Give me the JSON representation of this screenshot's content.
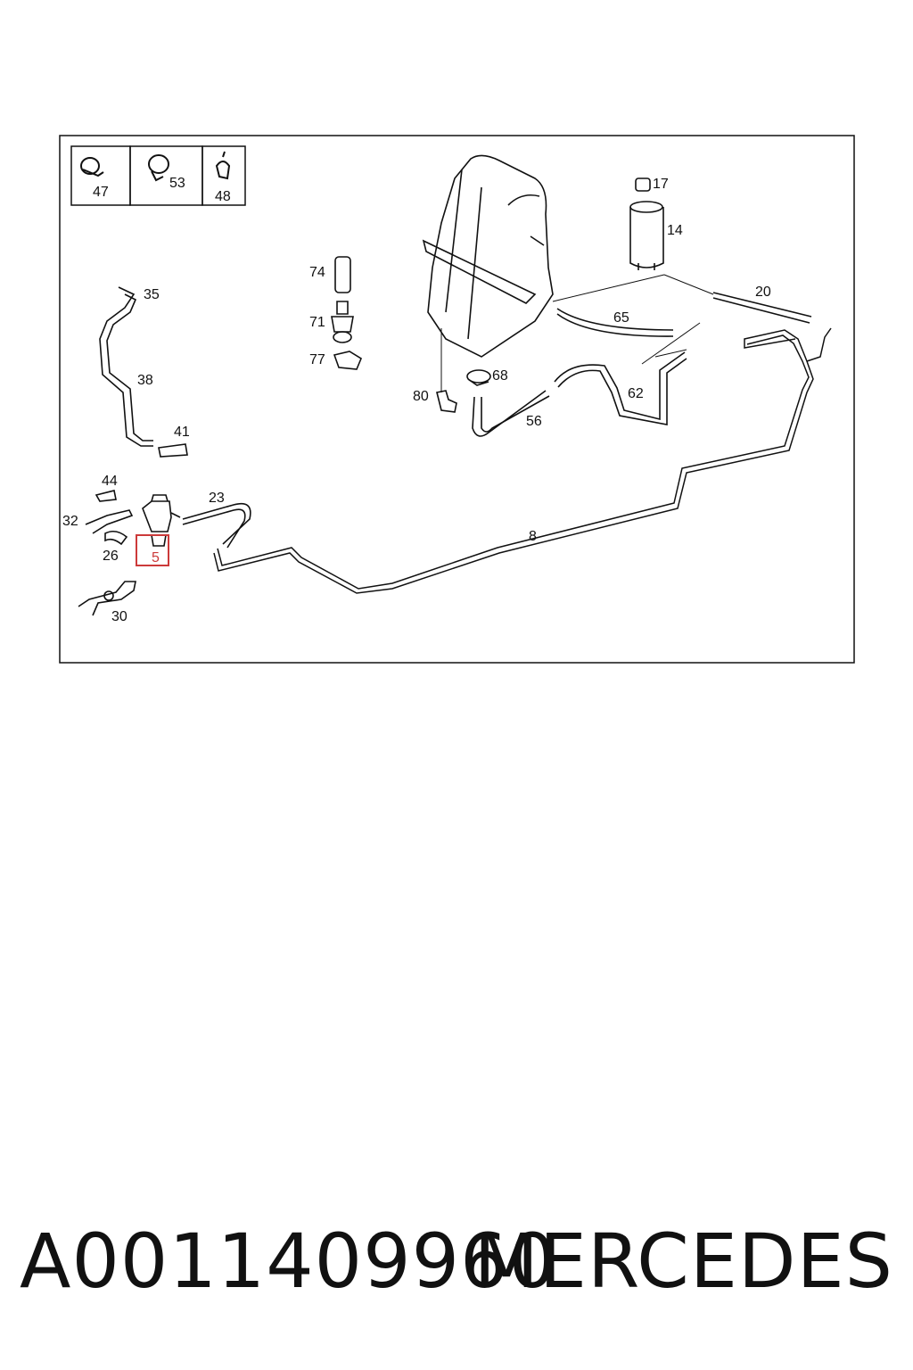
{
  "inset_labels": [
    "47",
    "53",
    "48"
  ],
  "callouts": {
    "p35": "35",
    "p38": "38",
    "p41": "41",
    "p74": "74",
    "p71": "71",
    "p77": "77",
    "p80": "80",
    "p68": "68",
    "p56": "56",
    "p17": "17",
    "p14": "14",
    "p20": "20",
    "p65": "65",
    "p62": "62",
    "p44": "44",
    "p32": "32",
    "p26": "26",
    "p5": "5",
    "p23": "23",
    "p8": "8",
    "p30": "30"
  },
  "highlighted_part": "5",
  "colors": {
    "highlight": "#cc3a3a",
    "line": "#111111"
  },
  "footer": {
    "part_number": "A0011409960",
    "brand": "MERCEDES"
  }
}
